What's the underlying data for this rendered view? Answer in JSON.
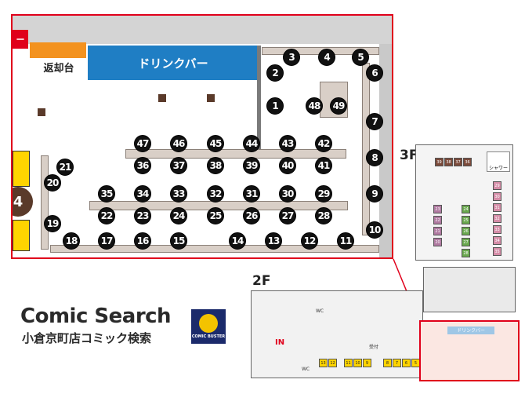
{
  "map": {
    "left_edge_label": "ー",
    "return_counter": "返却台",
    "drink_bar": "ドリンクバー",
    "left_booth_number": "4",
    "seats": {
      "top_wall_row": [
        "3",
        "4",
        "5"
      ],
      "right_column": [
        "2",
        "6",
        "1",
        "7",
        "8",
        "9",
        "10"
      ],
      "center_pair": [
        "48",
        "49"
      ],
      "row_a": [
        "47",
        "46",
        "45",
        "44",
        "43",
        "42"
      ],
      "row_b": [
        "36",
        "37",
        "38",
        "39",
        "40",
        "41"
      ],
      "row_c": [
        "35",
        "34",
        "33",
        "32",
        "31",
        "30",
        "29"
      ],
      "row_d": [
        "22",
        "23",
        "24",
        "25",
        "26",
        "27",
        "28"
      ],
      "left_column": [
        "21",
        "20",
        "19"
      ],
      "bottom_row": [
        "18",
        "17",
        "16",
        "15",
        "14",
        "13",
        "12",
        "11"
      ]
    }
  },
  "floor3": {
    "label": "3F",
    "shower": "シャワー",
    "seats_top": [
      "39",
      "38",
      "37",
      "36"
    ],
    "seats_left": [
      "23",
      "22",
      "21",
      "20"
    ],
    "seats_mid": [
      "24",
      "25",
      "26",
      "27",
      "28"
    ],
    "seats_right": [
      "29",
      "30",
      "31",
      "32",
      "33",
      "34",
      "35"
    ]
  },
  "floor2": {
    "label": "2F",
    "entrance": "IN",
    "wc1": "WC",
    "wc2": "WC",
    "drink_bar_mini": "ドリンクバー",
    "counter": "受付",
    "seats_bottom": [
      "13",
      "12",
      "11",
      "10",
      "9",
      "8",
      "7",
      "6",
      "5"
    ]
  },
  "brand": {
    "title": "Comic Search",
    "subtitle": "小倉京町店コミック検索",
    "logo_text": "COMIC BUSTER"
  },
  "colors": {
    "frame_red": "#e0001b",
    "drink_blue": "#1f7ec4",
    "return_orange": "#f3921f",
    "booth_yellow": "#ffd400",
    "seat_black": "#111111",
    "brand_navy": "#1b2a6b"
  }
}
